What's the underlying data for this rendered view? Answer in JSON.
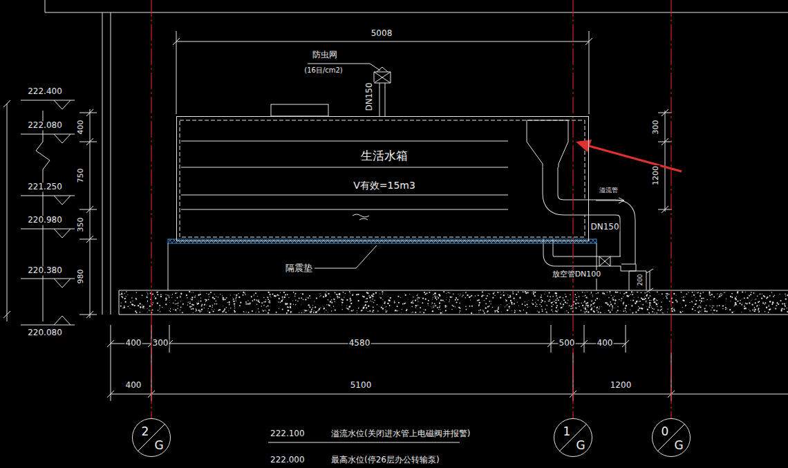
{
  "diagram": {
    "nodes": [
      {
        "text": [
          "生活水箱",
          "V有效=15m3"
        ]
      },
      {
        "text": [
          "2",
          "G"
        ]
      },
      {
        "text": [
          "1",
          "G"
        ]
      },
      {
        "text": [
          "0",
          "G"
        ]
      }
    ],
    "labels": [
      "5008",
      "防虫网",
      "(16目/cm2)",
      "DN150",
      "222.400",
      "222.080",
      "221.250",
      "220.980",
      "220.380",
      "220.080",
      "400",
      "750",
      "350",
      "980",
      "300",
      "1200",
      "溢流管",
      "DN150",
      "放空管DN100",
      "200",
      "隔震垫",
      "400",
      "300",
      "4580",
      "500",
      "400",
      "400",
      "5100",
      "1200",
      "222.100",
      "溢流水位(关闭进水管上电磁阀并报警)",
      "222.000",
      "最高水位(停26层办公转输泵)"
    ]
  }
}
